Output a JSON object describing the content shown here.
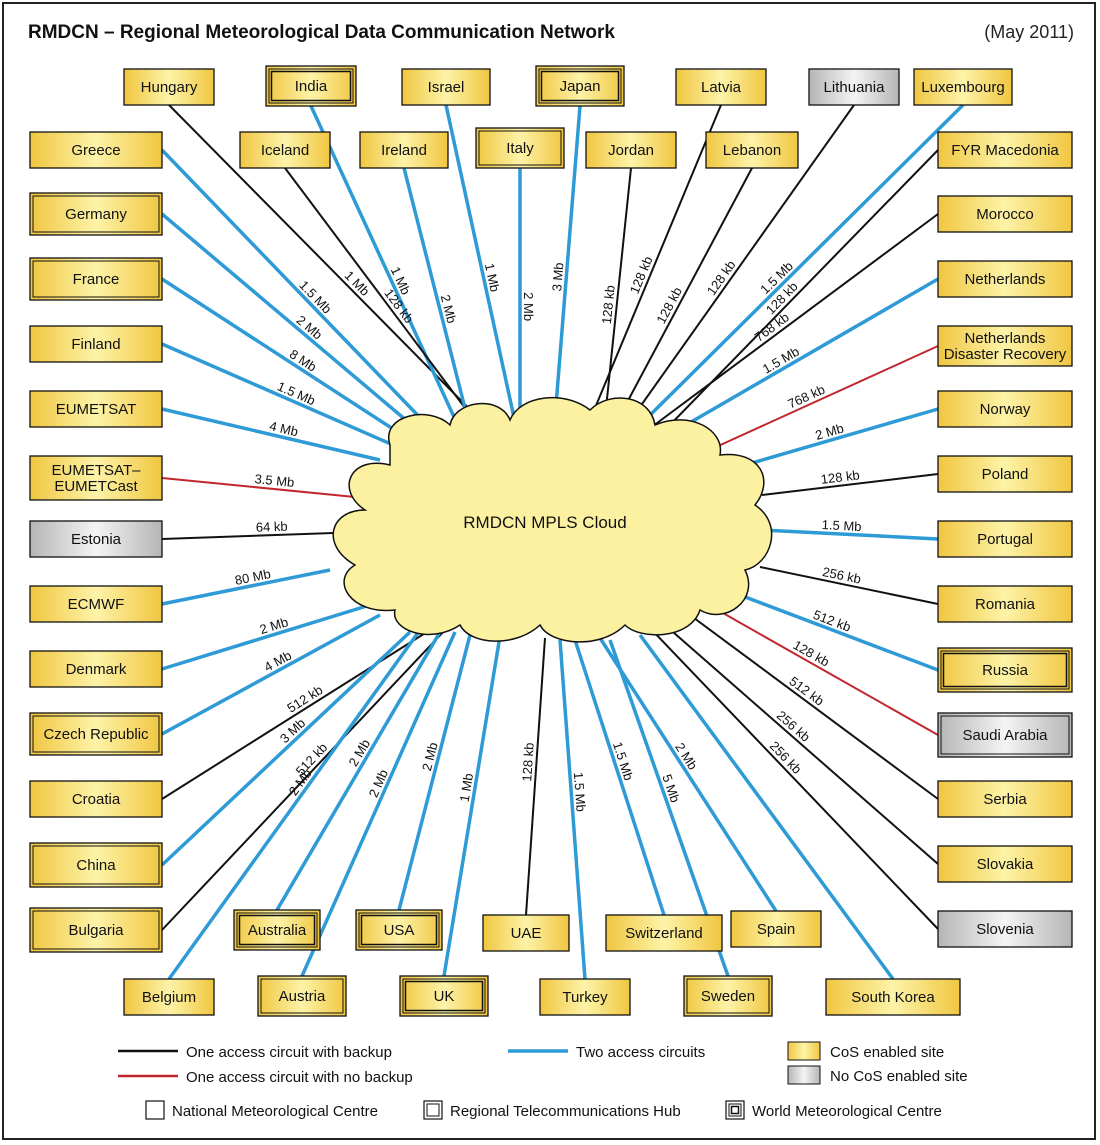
{
  "title": "RMDCN – Regional Meteorological Data Communication Network",
  "date": "(May 2011)",
  "cloud_label": "RMDCN MPLS Cloud",
  "colors": {
    "backup": "#111111",
    "no_backup": "#c0282d",
    "two_circuits": "#2e9ad6",
    "cos_fill": "#f5d35a",
    "nocos_fill": "#c8c8c8",
    "cloud_fill": "#fbf1a0"
  },
  "sites": [
    {
      "name": "Hungary",
      "link": "backup",
      "speed": "1 Mb",
      "cos": true,
      "type": "nmc"
    },
    {
      "name": "India",
      "link": "two",
      "speed": "1 Mb",
      "cos": true,
      "type": "wmc"
    },
    {
      "name": "Israel",
      "link": "two",
      "speed": "1 Mb",
      "cos": true,
      "type": "nmc"
    },
    {
      "name": "Japan",
      "link": "two",
      "speed": "3 Mb",
      "cos": true,
      "type": "wmc"
    },
    {
      "name": "Latvia",
      "link": "backup",
      "speed": "128 kb",
      "cos": true,
      "type": "nmc"
    },
    {
      "name": "Lithuania",
      "link": "backup",
      "speed": "128 kb",
      "cos": false,
      "type": "nmc"
    },
    {
      "name": "Luxembourg",
      "link": "two",
      "speed": "1.5 Mb",
      "cos": true,
      "type": "nmc"
    },
    {
      "name": "Greece",
      "link": "two",
      "speed": "1.5 Mb",
      "cos": true,
      "type": "nmc"
    },
    {
      "name": "Iceland",
      "link": "backup",
      "speed": "128 kb",
      "cos": true,
      "type": "nmc"
    },
    {
      "name": "Ireland",
      "link": "two",
      "speed": "2 Mb",
      "cos": true,
      "type": "nmc"
    },
    {
      "name": "Italy",
      "link": "two",
      "speed": "2 Mb",
      "cos": true,
      "type": "rth"
    },
    {
      "name": "Jordan",
      "link": "backup",
      "speed": "128 kb",
      "cos": true,
      "type": "nmc"
    },
    {
      "name": "Lebanon",
      "link": "backup",
      "speed": "128 kb",
      "cos": true,
      "type": "nmc"
    },
    {
      "name": "FYR Macedonia",
      "link": "backup",
      "speed": "128 kb",
      "cos": true,
      "type": "nmc"
    },
    {
      "name": "Germany",
      "link": "two",
      "speed": "2 Mb",
      "cos": true,
      "type": "rth"
    },
    {
      "name": "Morocco",
      "link": "backup",
      "speed": "768 kb",
      "cos": true,
      "type": "nmc"
    },
    {
      "name": "France",
      "link": "two",
      "speed": "8 Mb",
      "cos": true,
      "type": "rth"
    },
    {
      "name": "Netherlands",
      "link": "two",
      "speed": "1.5 Mb",
      "cos": true,
      "type": "nmc"
    },
    {
      "name": "Finland",
      "link": "two",
      "speed": "1.5 Mb",
      "cos": true,
      "type": "nmc"
    },
    {
      "name": "Netherlands Disaster Recovery",
      "link": "nobackup",
      "speed": "768 kb",
      "cos": true,
      "type": "nmc"
    },
    {
      "name": "EUMETSAT",
      "link": "two",
      "speed": "4 Mb",
      "cos": true,
      "type": "nmc"
    },
    {
      "name": "Norway",
      "link": "two",
      "speed": "2 Mb",
      "cos": true,
      "type": "nmc"
    },
    {
      "name": "EUMETSAT–EUMETCast",
      "link": "nobackup",
      "speed": "3.5 Mb",
      "cos": true,
      "type": "nmc"
    },
    {
      "name": "Poland",
      "link": "backup",
      "speed": "128 kb",
      "cos": true,
      "type": "nmc"
    },
    {
      "name": "Estonia",
      "link": "backup",
      "speed": "64 kb",
      "cos": false,
      "type": "nmc"
    },
    {
      "name": "Portugal",
      "link": "two",
      "speed": "1.5 Mb",
      "cos": true,
      "type": "nmc"
    },
    {
      "name": "ECMWF",
      "link": "two",
      "speed": "80 Mb",
      "cos": true,
      "type": "nmc"
    },
    {
      "name": "Romania",
      "link": "backup",
      "speed": "256 kb",
      "cos": true,
      "type": "nmc"
    },
    {
      "name": "Denmark",
      "link": "two",
      "speed": "2 Mb",
      "cos": true,
      "type": "nmc"
    },
    {
      "name": "Russia",
      "link": "two",
      "speed": "512 kb",
      "cos": true,
      "type": "wmc"
    },
    {
      "name": "Czech Republic",
      "link": "two",
      "speed": "4 Mb",
      "cos": true,
      "type": "rth"
    },
    {
      "name": "Saudi Arabia",
      "link": "nobackup",
      "speed": "128 kb",
      "cos": false,
      "type": "rth"
    },
    {
      "name": "Croatia",
      "link": "backup",
      "speed": "512 kb",
      "cos": true,
      "type": "nmc"
    },
    {
      "name": "Serbia",
      "link": "backup",
      "speed": "512 kb",
      "cos": true,
      "type": "nmc"
    },
    {
      "name": "China",
      "link": "two",
      "speed": "3 Mb",
      "cos": true,
      "type": "rth"
    },
    {
      "name": "Slovakia",
      "link": "backup",
      "speed": "256 kb",
      "cos": true,
      "type": "nmc"
    },
    {
      "name": "Bulgaria",
      "link": "backup",
      "speed": "512 kb",
      "cos": true,
      "type": "rth"
    },
    {
      "name": "Slovenia",
      "link": "backup",
      "speed": "256 kb",
      "cos": false,
      "type": "nmc"
    },
    {
      "name": "Australia",
      "link": "two",
      "speed": "2 Mb",
      "cos": true,
      "type": "wmc"
    },
    {
      "name": "USA",
      "link": "two",
      "speed": "2 Mb",
      "cos": true,
      "type": "wmc"
    },
    {
      "name": "UAE",
      "link": "backup",
      "speed": "128 kb",
      "cos": true,
      "type": "nmc"
    },
    {
      "name": "Switzerland",
      "link": "two",
      "speed": "1.5 Mb",
      "cos": true,
      "type": "nmc"
    },
    {
      "name": "Spain",
      "link": "two",
      "speed": "2 Mb",
      "cos": true,
      "type": "nmc"
    },
    {
      "name": "Belgium",
      "link": "two",
      "speed": "2 Mb",
      "cos": true,
      "type": "nmc"
    },
    {
      "name": "Austria",
      "link": "two",
      "speed": "2 Mb",
      "cos": true,
      "type": "rth"
    },
    {
      "name": "UK",
      "link": "two",
      "speed": "1 Mb",
      "cos": true,
      "type": "wmc"
    },
    {
      "name": "Turkey",
      "link": "two",
      "speed": "1.5 Mb",
      "cos": true,
      "type": "nmc"
    },
    {
      "name": "Sweden",
      "link": "two",
      "speed": "5 Mb",
      "cos": true,
      "type": "rth"
    },
    {
      "name": "South Korea",
      "link": "two",
      "speed": "",
      "cos": true,
      "type": "nmc"
    }
  ],
  "legend": {
    "backup": "One access circuit with backup",
    "nobackup": "One access circuit with no backup",
    "two": "Two access circuits",
    "cos": "CoS enabled site",
    "nocos": "No CoS enabled site",
    "nmc": "National Meteorological Centre",
    "rth": "Regional Telecommunications Hub",
    "wmc": "World Meteorological Centre"
  }
}
